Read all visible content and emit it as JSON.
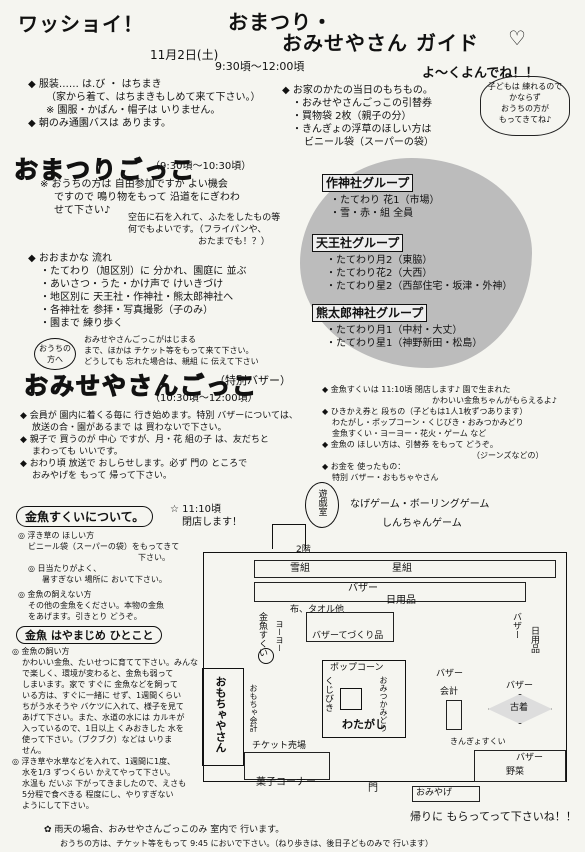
{
  "header": {
    "title_left": "ワッショイ！",
    "title_right_1": "おまつり・",
    "title_right_2": "おみせやさん ガイド",
    "heart": "♡",
    "date": "11月2日(土)",
    "time": "9:30頃〜12:00頃",
    "welcome": "よ〜くよんでね！！"
  },
  "left_top": [
    "◆ 服装…… は.び ・ はちまき",
    "（家から着て、はちまきもしめて来て下さい。）",
    "※ 園服・かばん・帽子は いりません。",
    "◆ 朝のみ通園バスは あります。"
  ],
  "right_top": [
    "◆ お家のかたの当日のもちもの。",
    "・おみせやさんごっこの引替券",
    "・買物袋 2枚（親子の分）",
    "・きんぎょの浮草のほしい方は",
    "ビニール袋（スーパーの袋）"
  ],
  "cloud_note": [
    "子どもは 練れるので",
    "かならず",
    "おうちの方が",
    "もってきてね♪"
  ],
  "omatsuri": {
    "heading": "おまつりごっこ",
    "time": "（9:30頃〜10:30頃）",
    "notes": [
      "※ おうちの方は 自由参加ですが よい機会",
      "ですので 鳴り物をもって 沿道をにぎわわ",
      "せて下さい♪",
      "空缶に石を入れて、ふたをしたもの等",
      "何でもよいです。（フライパンや、",
      "おたまでも！？）"
    ]
  },
  "flow": {
    "heading": "◆ おおまかな 流れ",
    "items": [
      "・たてわり（旭区別）に 分かれ、園庭に 並ぶ",
      "・あいさつ・うた・かけ声で けいきづけ",
      "・地区別に 天王社・作神社・熊太郎神社へ",
      "・各神社を 参拝・写真撮影（子のみ）",
      "・園まで 練り歩く"
    ]
  },
  "groups": [
    {
      "name": "作神社グループ",
      "members": [
        "・たてわり 花1（市場）",
        "・雪・赤・組 全員"
      ]
    },
    {
      "name": "天王社グループ",
      "members": [
        "・たてわり月2（東脇）",
        "・たてわり花2（大西）",
        "・たてわり星2（西部住宅・坂津・外神）"
      ]
    },
    {
      "name": "熊太郎神社グループ",
      "members": [
        "・たてわり月1（中村・大丈）",
        "・たてわり星1（神野新田・松島）"
      ]
    }
  ],
  "mid_bubble": [
    "おうちの",
    "方へ"
  ],
  "mid_notes": [
    "おみせやさんごっこがはじまる",
    "まで、ほかは チケット等をもって来て下さい。",
    "どうしても 忘れた場合は、親組 に 伝えて下さい"
  ],
  "omise": {
    "heading": "おみせやさんごっこ",
    "subtitle": "（特別バザー）",
    "time": "（10:30頃〜12:00頃）",
    "notes": [
      "◆ 会員が 園内に着くる毎に 行き始めます。特別 バザーについては、",
      "放送の合・園があるまで は 買わないで下さい。",
      "◆ 親子で 買うのが 中心 ですが、月・花 組の子 は、友だちと",
      "まわっても いいです。",
      "◆ おわり頃 放送で おしらせします。必ず 門の ところで",
      "おみやげを もって 帰って下さい。"
    ]
  },
  "right_mid": [
    "◆ 金魚すくいは 11:10頃 閉店します♪ 園で生まれた",
    "かわいい金魚ちゃんがもらえるよ♪",
    "◆ ひきかえ券と 段ちの（子どもは1人1枚ずつあります）",
    "わたがし・ポップコーン・くじびき・おみつかみどり",
    "金魚すくい・ヨーヨー・花火・ゲーム など",
    "◆ 金魚の ほしい方は、引替券 をもって どうぞ。",
    "（ジーンズなどの）",
    "◆ お金を 使ったもの：",
    "特別 バザー・おもちゃやさん"
  ],
  "kingyo": {
    "heading": "金魚すくいについて。",
    "close_note": [
      "☆ 11:10頃",
      "閉店します！"
    ],
    "items": [
      "◎ 浮き草の ほしい方",
      "ビニール袋（スーパーの袋）をもってきて",
      "下さい。",
      "◎ 日当たりがよく、",
      "暑すぎない 場所に おいて下さい。",
      "◎ 金魚の飼えない方",
      "その他の金魚をください。本物の金魚",
      "をあげます。引きとり どうぞ。",
      "金魚 はやまじめ ひとこと",
      "◎ 金魚の飼い方",
      "かわいい金魚、たいせつに育てて下さい。みんな",
      "で楽しく、環境が変わると、金魚も弱って",
      "しまいます。家で すぐに 金魚などを飼って",
      "いる方は、すぐに一緒に せず、1週間くらい",
      "ちがう水そうや バケツに入れて、様子を見て",
      "あげて下さい。また、水道の水には カルキが",
      "入っているので、1日以上 くみおきした 水を",
      "使って下さい。（ブクブク）などは いりま",
      "せん。",
      "◎ 浮き草や水草などを入れて、1週間に1度、",
      "水を1/3 ずつくらい かえてやって下さい。",
      "水温も だいぶ 下がってきましたので、えさも",
      "5分程で食べきる 程度にし、やりすぎない",
      "ようにして下さい。"
    ]
  },
  "map": {
    "yuugi": "遊戯室",
    "nawa": "なげゲーム・ボーリングゲーム",
    "shinchan": "しんちゃんゲーム",
    "floor2": "2階",
    "snow": "雪組",
    "star": "星組",
    "bazaar": "バザー",
    "daily": "日用品",
    "cloth": "布、タオル他",
    "made": "バザーてづくり品",
    "kingyo": "金魚すくい",
    "yoyo": "ヨーヨー",
    "popcorn": "ポップコーン",
    "kuji": "くじびき",
    "omitsukami": "おみつかみどり",
    "wata": "わたがし",
    "toy": "おもちゃやさん",
    "toycashier": "おもちゃ会計",
    "ticket": "チケット売場",
    "sweets": "菓子コーナー",
    "gate": "門",
    "souvenir": "おみやげ",
    "bazaar2": "バザー",
    "cashier": "会計",
    "bazaar3": "バザー",
    "used": "古着",
    "kintore": "きんぎょすくい",
    "bazaar_veg": "バザー",
    "veg": "野菜",
    "bazaar_left": "バザー",
    "daily2": "日用品",
    "return_note": "帰りに もらってって下さいね！！"
  },
  "footer": [
    "✿ 雨天の場合、おみせやさんごっこのみ 室内で 行います。",
    "おうちの方は、チケット等をもって 9:45 においで下さい。（ねり歩きは、後日子どものみで 行います）"
  ]
}
